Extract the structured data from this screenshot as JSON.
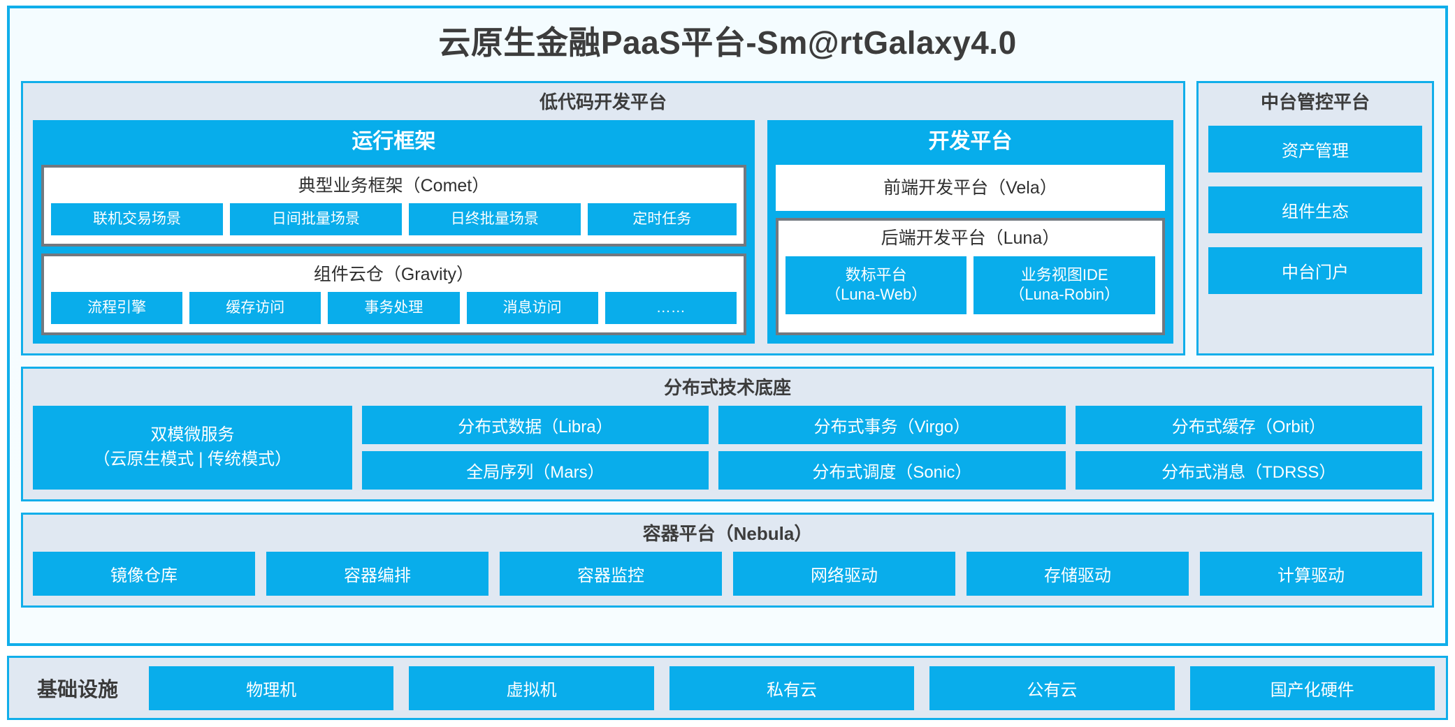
{
  "title": "云原生金融PaaS平台-Sm@rtGalaxy4.0",
  "colors": {
    "accent_blue": "#09ADEB",
    "panel_bg": "#E0E8F2",
    "frame_border": "#10AEEA",
    "inner_border": "#72787F",
    "text_dark": "#3A3A3A",
    "white": "#FFFFFF"
  },
  "lowcode": {
    "title": "低代码开发平台",
    "runtime": {
      "title": "运行框架",
      "comet": {
        "title": "典型业务框架（Comet）",
        "items": [
          "联机交易场景",
          "日间批量场景",
          "日终批量场景",
          "定时任务"
        ]
      },
      "gravity": {
        "title": "组件云仓（Gravity）",
        "items": [
          "流程引擎",
          "缓存访问",
          "事务处理",
          "消息访问",
          "……"
        ]
      }
    },
    "devplatform": {
      "title": "开发平台",
      "frontend": "前端开发平台（Vela）",
      "backend": {
        "title": "后端开发平台（Luna）",
        "items": [
          {
            "name": "数标平台",
            "code": "（Luna-Web）"
          },
          {
            "name": "业务视图IDE",
            "code": "（Luna-Robin）"
          }
        ]
      }
    }
  },
  "midctrl": {
    "title": "中台管控平台",
    "items": [
      "资产管理",
      "组件生态",
      "中台门户"
    ]
  },
  "techbase": {
    "title": "分布式技术底座",
    "microservice": {
      "line1": "双模微服务",
      "line2": "（云原生模式 | 传统模式）"
    },
    "columns": [
      [
        "分布式数据（Libra）",
        "全局序列（Mars）"
      ],
      [
        "分布式事务（Virgo）",
        "分布式调度（Sonic）"
      ],
      [
        "分布式缓存（Orbit）",
        "分布式消息（TDRSS）"
      ]
    ]
  },
  "containerplatform": {
    "title": "容器平台（Nebula）",
    "items": [
      "镜像仓库",
      "容器编排",
      "容器监控",
      "网络驱动",
      "存储驱动",
      "计算驱动"
    ]
  },
  "infrastructure": {
    "label": "基础设施",
    "items": [
      "物理机",
      "虚拟机",
      "私有云",
      "公有云",
      "国产化硬件"
    ]
  }
}
